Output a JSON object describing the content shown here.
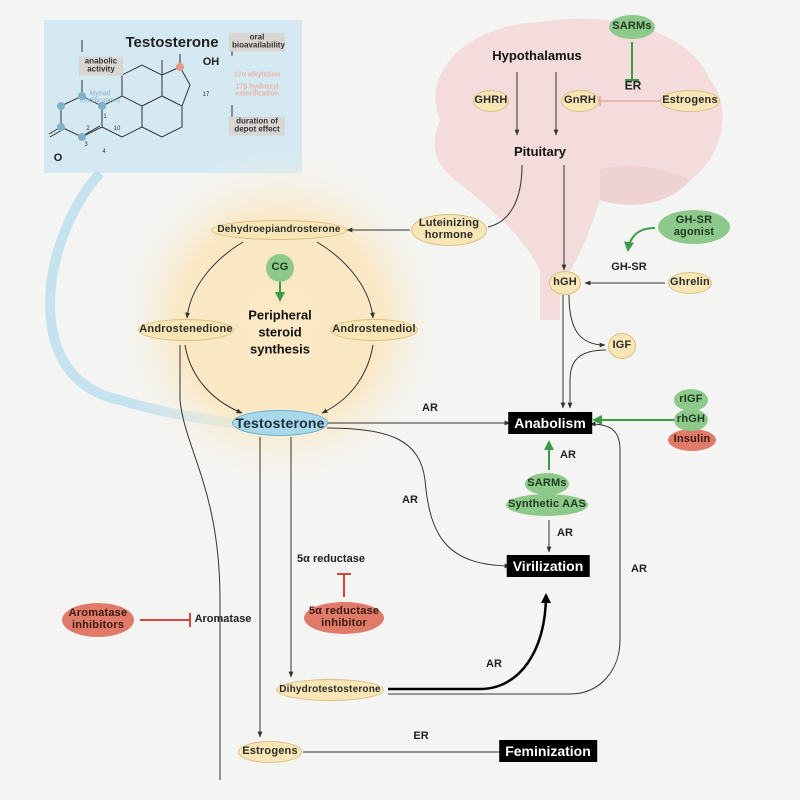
{
  "title": "Testosterone signaling and anabolic pathways",
  "inset": {
    "title": "Testosterone",
    "oh_label": "OH",
    "oxygen_label": "O",
    "anabolic_activity": "anabolic activity",
    "myriad_modifications": "Myriad modifications",
    "oral_bioavailability": "oral bioavailability",
    "alkylation": "17α alkylation",
    "esterification": "17β hydroxyl esterification",
    "depot_effect": "duration of depot effect",
    "atom_numbers": [
      "1",
      "2",
      "3",
      "4",
      "10",
      "17"
    ]
  },
  "brain": {
    "hypothalamus": "Hypothalamus",
    "pituitary": "Pituitary",
    "ghrh": "GHRH",
    "gnrh": "GnRH",
    "er": "ER",
    "sarms": "SARMs",
    "estrogens": "Estrogens"
  },
  "synthesis": {
    "dhea": "Dehydroepiandrosterone",
    "androstenedione": "Androstenedione",
    "androstenediol": "Androstenediol",
    "cg": "CG",
    "center_line1": "Peripheral",
    "center_line2": "steroid",
    "center_line3": "synthesis",
    "testosterone": "Testosterone",
    "lh_line1": "Luteinizing",
    "lh_line2": "hormone"
  },
  "gh": {
    "hgh": "hGH",
    "igf": "IGF",
    "ghsr": "GH-SR",
    "ghsr_agonist_line1": "GH-SR",
    "ghsr_agonist_line2": "agonist",
    "ghrelin": "Ghrelin"
  },
  "outcomes": {
    "anabolism": "Anabolism",
    "virilization": "Virilization",
    "feminization": "Feminization"
  },
  "drugs": {
    "rigf": "rIGF",
    "rhgh": "rhGH",
    "insulin": "Insulin",
    "sarms": "SARMs",
    "synthetic_aas": "Synthetic AAS",
    "aromatase_inhibitors_line1": "Aromatase",
    "aromatase_inhibitors_line2": "inhibitors",
    "reductase_inhibitor_line1": "5α reductase",
    "reductase_inhibitor_line2": "inhibitor"
  },
  "edges": {
    "ar": "AR",
    "er": "ER",
    "aromatase": "Aromatase",
    "reductase": "5α reductase"
  },
  "metabolites": {
    "dht": "Dihydrotestosterone",
    "estrogens": "Estrogens"
  },
  "colors": {
    "inhibit_red": "#d9453a",
    "activate_green": "#3a9a48",
    "node_yellow": "#f8e6b6",
    "drug_green": "#8cc98b",
    "drug_red": "#e07b6a",
    "testosterone_blue": "#a9d8ea"
  }
}
